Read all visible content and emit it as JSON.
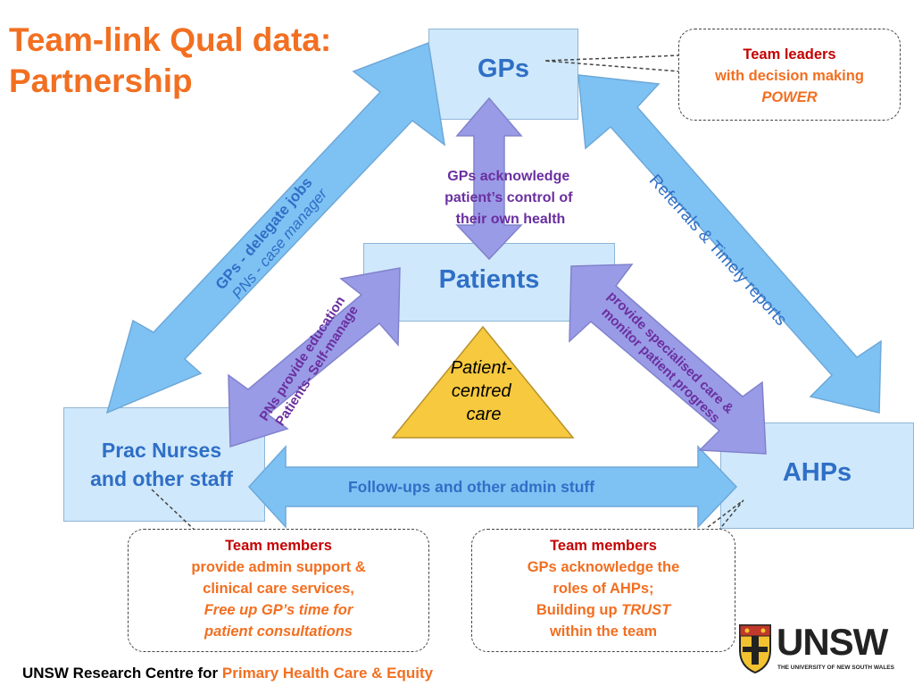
{
  "title": {
    "line1": "Team-link Qual data:",
    "line2": "Partnership"
  },
  "nodes": {
    "gps": "GPs",
    "patients": "Patients",
    "nurses_line1": "Prac Nurses",
    "nurses_line2": "and other staff",
    "ahps": "AHPs",
    "center_line1": "Patient-",
    "center_line2": "centred",
    "center_line3": "care"
  },
  "arrows": {
    "gps_patients": {
      "line1": "GPs acknowledge",
      "line2": "patient’s control of",
      "line3": "their own health"
    },
    "gps_nurses": {
      "line1": "GPs - delegate jobs",
      "line2": "PNs - case manager"
    },
    "gps_ahps": "Referrals & Timely reports",
    "nurses_patients": {
      "line1": "PNs provide education",
      "line2": "Patients- Self-manage"
    },
    "ahps_patients": {
      "line1": "provide specialised care &",
      "line2": "monitor patient progress"
    },
    "nurses_ahps": "Follow-ups and other admin stuff"
  },
  "callouts": {
    "leaders": {
      "heading": "Team leaders",
      "line1": "with decision making",
      "line2": "POWER"
    },
    "members_left": {
      "heading": "Team members",
      "line1": "provide admin support &",
      "line2": "clinical care services,",
      "line3": "Free up GP’s time for",
      "line4": "patient consultations"
    },
    "members_right": {
      "heading": "Team members",
      "line1": "GPs acknowledge the",
      "line2": "roles of AHPs;",
      "line3_prefix": "Building up ",
      "line3_emph": "TRUST",
      "line4": "within the team"
    }
  },
  "footer": {
    "prefix": "UNSW Research Centre for ",
    "highlight": "Primary Health Care & Equity"
  },
  "logo": {
    "wordmark": "UNSW",
    "subtitle": "THE UNIVERSITY OF NEW SOUTH WALES"
  },
  "colors": {
    "title": "#f26f21",
    "box_fill": "#cfe8fb",
    "blue_arrow": "#7ec2f4",
    "purple_arrow": "#9a9be6",
    "triangle": "#f6c93f",
    "heading_red": "#c40000"
  }
}
